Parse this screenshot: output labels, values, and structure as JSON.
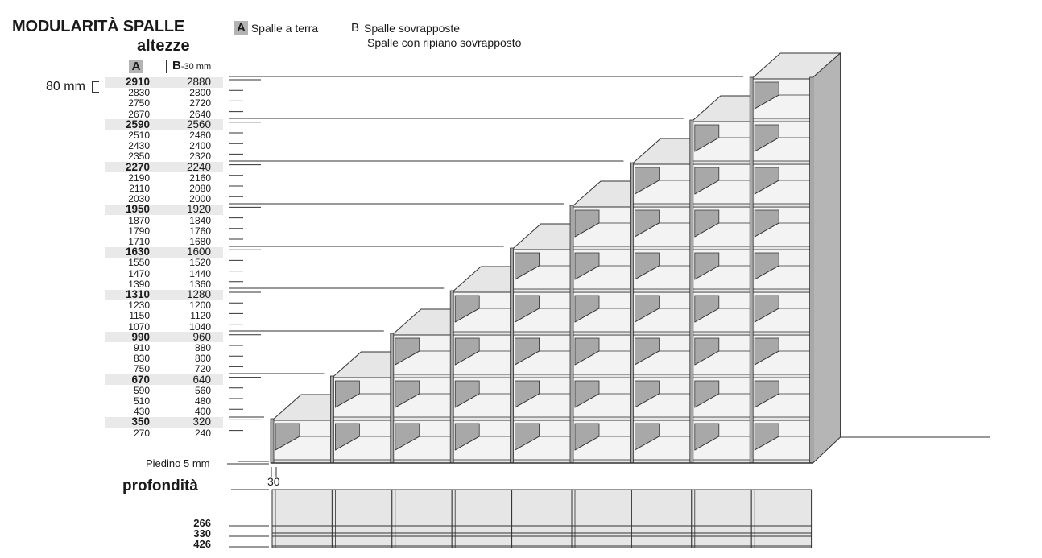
{
  "title": "MODULARITÀ SPALLE",
  "subtitle": "altezze",
  "legend": {
    "a_badge": "A",
    "a_label": "Spalle a terra",
    "b_badge": "B",
    "b_label": "Spalle sovrapposte",
    "b_label2": "Spalle con ripiano sovrapposto"
  },
  "columns": {
    "a": "A",
    "b": "B",
    "b_suffix": "-30 mm"
  },
  "offset_label": "80 mm",
  "heights_a": [
    2910,
    2830,
    2750,
    2670,
    2590,
    2510,
    2430,
    2350,
    2270,
    2190,
    2110,
    2030,
    1950,
    1870,
    1790,
    1710,
    1630,
    1550,
    1470,
    1390,
    1310,
    1230,
    1150,
    1070,
    990,
    910,
    830,
    750,
    670,
    590,
    510,
    430,
    350,
    270
  ],
  "heights_b": [
    2880,
    2800,
    2720,
    2640,
    2560,
    2480,
    2400,
    2320,
    2240,
    2160,
    2080,
    2000,
    1920,
    1840,
    1760,
    1680,
    1600,
    1520,
    1440,
    1360,
    1280,
    1200,
    1120,
    1040,
    960,
    880,
    800,
    720,
    640,
    560,
    480,
    400,
    320,
    240
  ],
  "highlighted": [
    2910,
    2590,
    2270,
    1950,
    1630,
    1310,
    990,
    670,
    350
  ],
  "piedino_label": "Piedino 5 mm",
  "thickness_label": "30",
  "depth_title": "profondità",
  "depths": [
    "266",
    "330",
    "426"
  ],
  "modules": 9,
  "colors": {
    "panel": "#e6e6e6",
    "shade": "#a8a8a8",
    "edge": "#333333",
    "band": "#e9e9e9",
    "badge": "#b3b3b3"
  }
}
